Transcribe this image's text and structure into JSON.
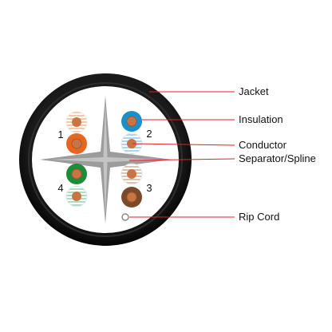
{
  "diagram": {
    "labels": {
      "jacket": "Jacket",
      "insulation": "Insulation",
      "conductor": "Conductor",
      "separator": "Separator/Spline",
      "rip_cord": "Rip Cord"
    },
    "pair_numbers": [
      "1",
      "2",
      "3",
      "4"
    ],
    "colors": {
      "jacket": "#141414",
      "jacket_ring": "#2e2e2e",
      "core": "#ffffff",
      "spline": "#9c9c9c",
      "leader_line": "#e0202a",
      "conductor_copper": "#c87545",
      "pair_orange": "#e8651f",
      "pair_blue": "#1c8fc8",
      "pair_green": "#1f8a3a",
      "pair_brown": "#7a4a2a",
      "stripe_orange": "#f2c9a8",
      "stripe_blue": "#a9d8ee",
      "stripe_green": "#aedcc0",
      "stripe_brown": "#d9c2ae"
    }
  }
}
